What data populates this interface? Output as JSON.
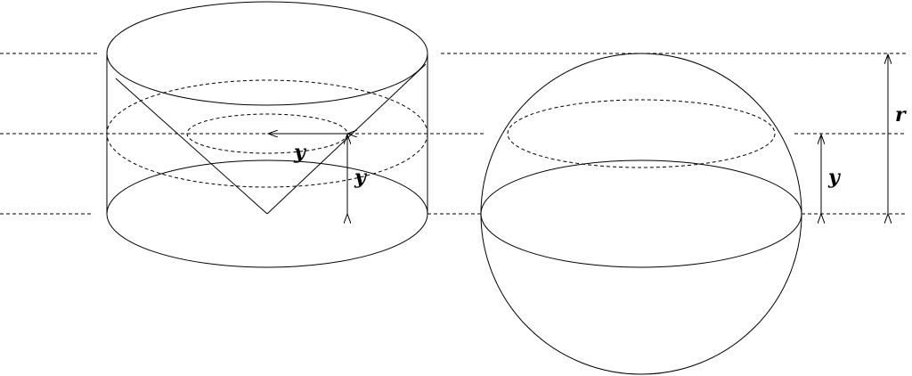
{
  "labels": {
    "cylinder_radius": "y",
    "cylinder_height": "y",
    "sphere_height": "y",
    "sphere_radius": "r"
  },
  "colors": {
    "stroke": "#000000",
    "background": "#ffffff"
  }
}
